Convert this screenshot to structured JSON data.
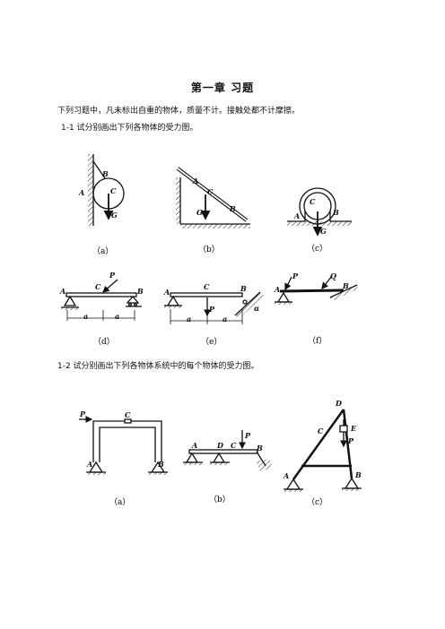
{
  "title": "第一章  习题",
  "intro": "下列习题中，凡未标出自重的物体，质量不计。接触处都不计摩擦。",
  "problem_1_1": "1-1 试分别画出下列各物体的受力图。",
  "problem_1_2": "1-2 试分别画出下列各物体系统中的每个物体的受力图。",
  "captions_1_1": [
    "（a）",
    "（b）",
    "（c）",
    "（d）",
    "（e）",
    "（f）"
  ],
  "captions_1_2": [
    "（a）",
    "（b）",
    "（c）"
  ],
  "labels": {
    "a": [
      "B",
      "A",
      "C",
      "G"
    ],
    "b": [
      "A",
      "C",
      "G",
      "B"
    ],
    "c": [
      "C",
      "A",
      "B",
      "G"
    ],
    "d": [
      "P",
      "C",
      "A",
      "B",
      "a",
      "a"
    ],
    "e": [
      "C",
      "B",
      "A",
      "P",
      "α",
      "a",
      "a"
    ],
    "f": [
      "P",
      "Q",
      "A",
      "B"
    ],
    "s2a": [
      "P",
      "C",
      "A",
      "B"
    ],
    "s2b": [
      "P",
      "D",
      "C",
      "A",
      "B"
    ],
    "s2c": [
      "D",
      "E",
      "P",
      "C",
      "A",
      "B"
    ]
  }
}
